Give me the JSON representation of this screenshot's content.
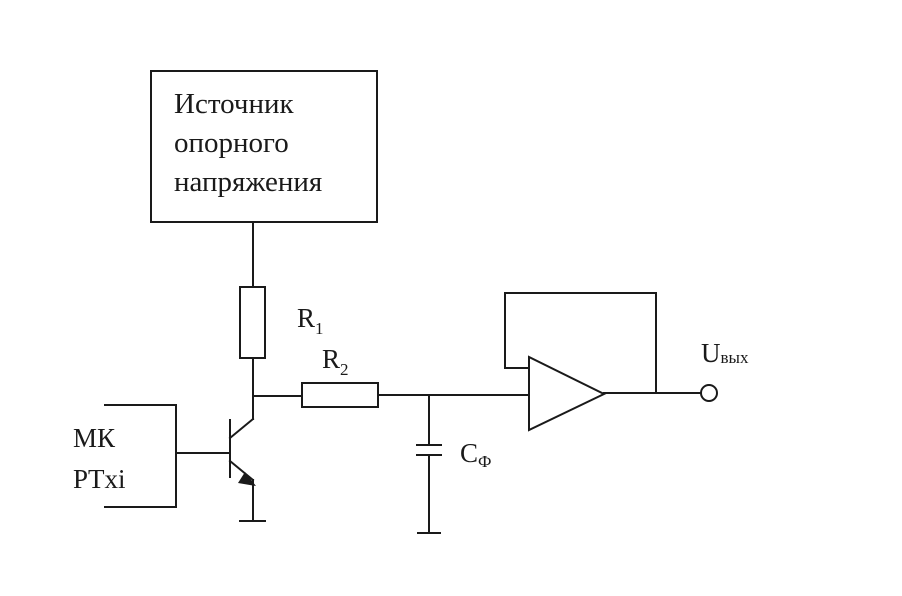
{
  "reference_source": {
    "line1": "Источник",
    "line2": "опорного",
    "line3": "напряжения"
  },
  "input": {
    "line1": "МК",
    "line2": "PTxi"
  },
  "resistor_1": {
    "letter": "R",
    "index": "1"
  },
  "resistor_2": {
    "letter": "R",
    "index": "2"
  },
  "capacitor": {
    "letter": "C",
    "index": "Ф"
  },
  "output": {
    "letter": "U",
    "index": "вых"
  },
  "colors": {
    "line": "#1a1a1a",
    "background": "#ffffff"
  }
}
